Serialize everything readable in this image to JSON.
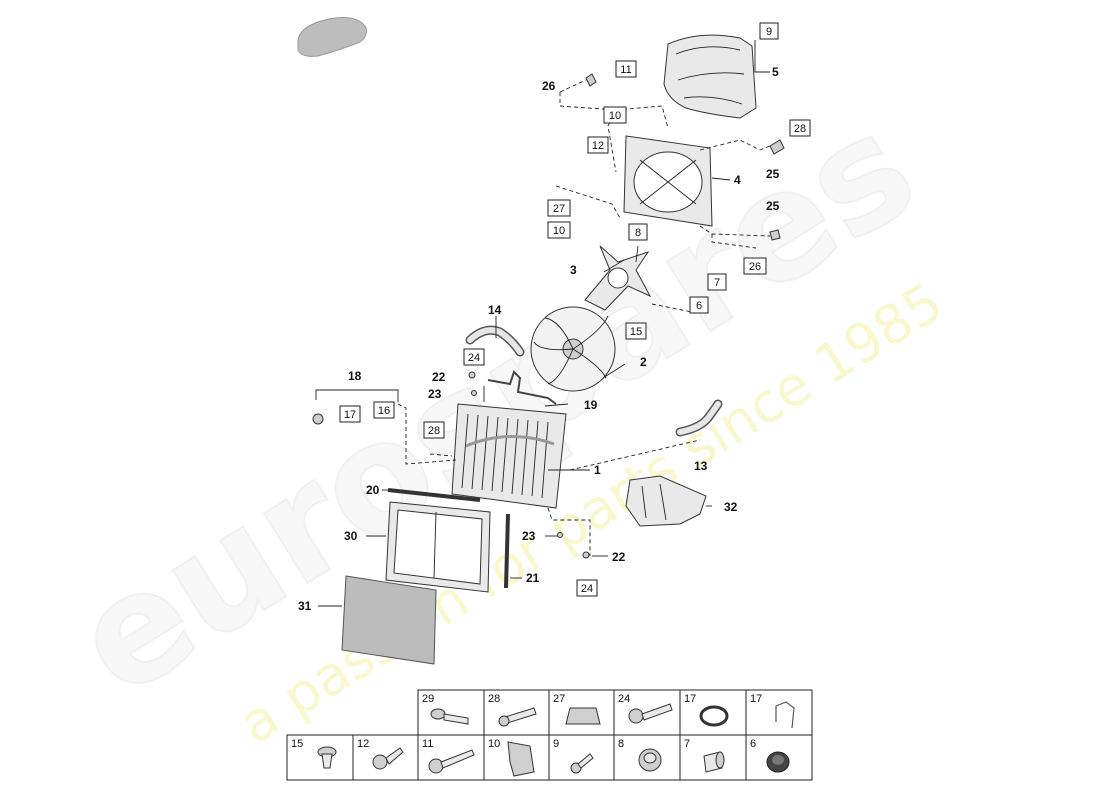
{
  "watermark": {
    "brand": "eurospares",
    "tagline": "a passion for parts since 1985"
  },
  "callouts": {
    "c1": "1",
    "c2": "2",
    "c3": "3",
    "c4": "4",
    "c5": "5",
    "c13": "13",
    "c14": "14",
    "c18": "18",
    "c19": "19",
    "c20": "20",
    "c21": "21",
    "c22a": "22",
    "c22b": "22",
    "c23a": "23",
    "c23b": "23",
    "c25a": "25",
    "c25b": "25",
    "c26": "26",
    "c30": "30",
    "c31": "31",
    "c32": "32"
  },
  "boxed_callouts": {
    "b9": "9",
    "b11": "11",
    "b10a": "10",
    "b28a": "28",
    "b12": "12",
    "b27": "27",
    "b10b": "10",
    "b8": "8",
    "b26": "26",
    "b7": "7",
    "b6": "6",
    "b15": "15",
    "b24a": "24",
    "b17": "17",
    "b16": "16",
    "b28b": "28",
    "b24b": "24"
  },
  "parts_table": {
    "top_row": [
      "29",
      "28",
      "27",
      "24",
      "17",
      "17"
    ],
    "bottom_row": [
      "15",
      "12",
      "11",
      "10",
      "9",
      "8",
      "7",
      "6"
    ]
  }
}
